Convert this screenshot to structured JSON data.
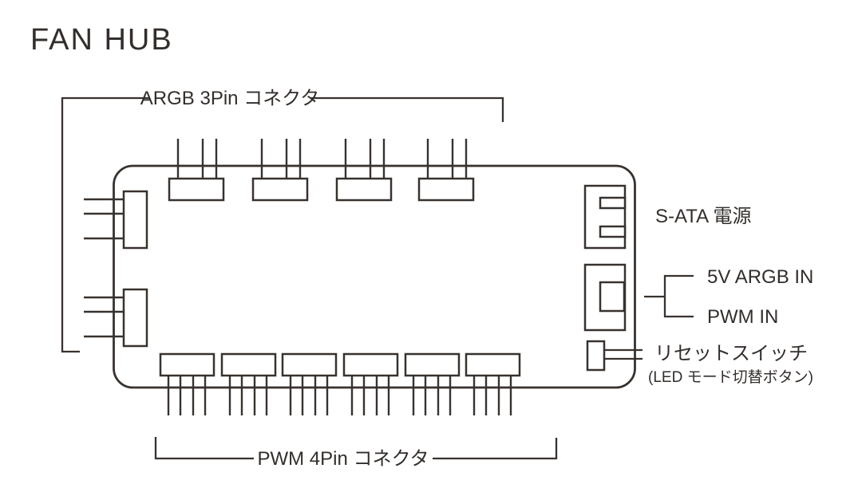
{
  "title": "FAN HUB",
  "colors": {
    "line": "#38322f",
    "text": "#332e2b",
    "background": "#ffffff"
  },
  "hub": {
    "labels": {
      "argb_connectors": "ARGB 3Pin コネクタ",
      "pwm_connectors": "PWM 4Pin コネクタ",
      "sata_power": "S-ATA 電源",
      "argb_in": "5V ARGB IN",
      "pwm_in": "PWM IN",
      "reset_switch": "リセットスイッチ",
      "reset_switch_note": "(LED モード切替ボタン)"
    },
    "ports": {
      "argb_top": {
        "count": 4,
        "pins_per_port": 3
      },
      "argb_left": {
        "count": 2,
        "pins_per_port": 3
      },
      "pwm_bottom": {
        "count": 6,
        "pins_per_port": 4
      },
      "sata_power_in": {
        "count": 1
      },
      "argb_pwm_in": {
        "count": 1
      },
      "reset_switch": {
        "count": 1
      }
    }
  }
}
